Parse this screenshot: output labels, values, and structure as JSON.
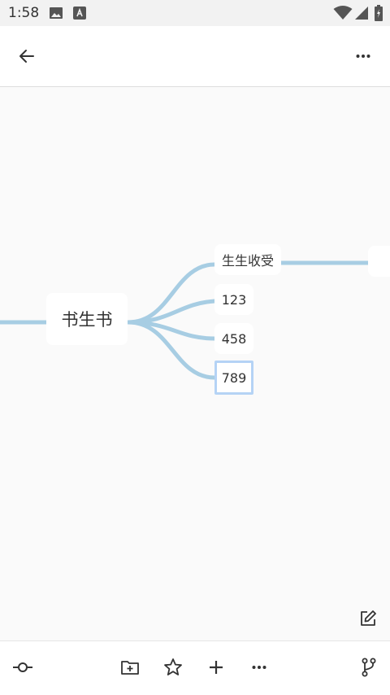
{
  "status_bar": {
    "time": "1:58",
    "icons": [
      "image-icon",
      "font-a-icon",
      "wifi-icon",
      "signal-icon",
      "battery-icon"
    ]
  },
  "app_bar": {
    "icons": [
      "back-arrow-icon",
      "more-horizontal-icon"
    ]
  },
  "mindmap": {
    "root": {
      "label": "书生书"
    },
    "children": [
      {
        "label": "生生收受"
      },
      {
        "label": "123"
      },
      {
        "label": "458"
      },
      {
        "label": "789",
        "selected": true
      }
    ],
    "branch_color": "#a7cde3",
    "selection_color": "#b5d3f5"
  },
  "floating": {
    "icon": "edit-icon"
  },
  "toolbar": {
    "icons": [
      "collapse-node-icon",
      "folder-add-icon",
      "star-icon",
      "add-icon",
      "more-horizontal-icon",
      "branch-icon"
    ]
  }
}
